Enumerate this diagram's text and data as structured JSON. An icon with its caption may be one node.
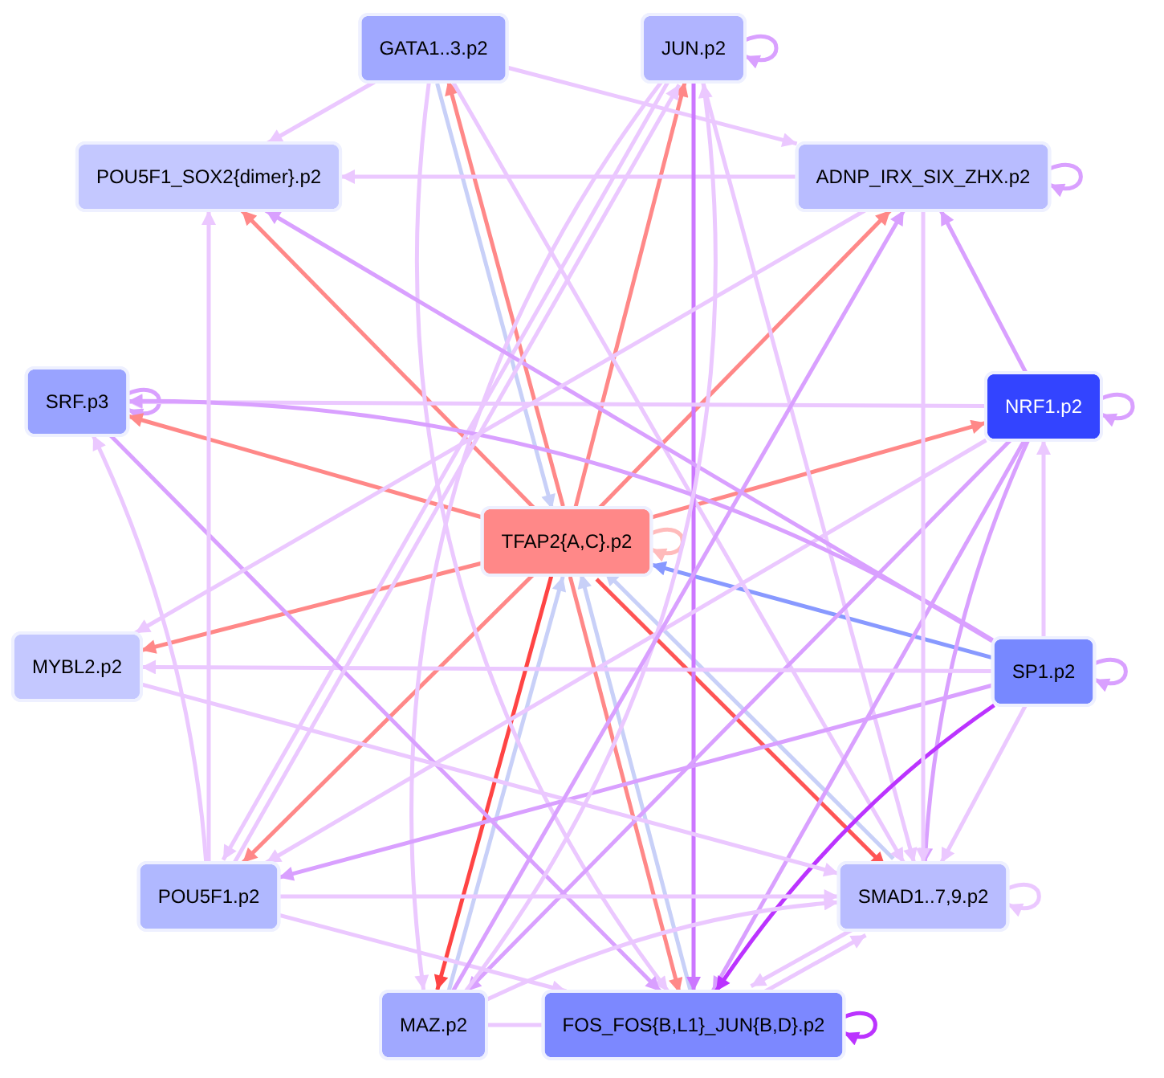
{
  "diagram": {
    "nodes": [
      {
        "text": [
          "GATA1..3.p2"
        ]
      },
      {
        "text": [
          "JUN.p2"
        ]
      },
      {
        "text": [
          "POU5F1_SOX2{dimer}.p2"
        ]
      },
      {
        "text": [
          "ADNP_IRX_SIX_ZHX.p2"
        ]
      },
      {
        "text": [
          "SRF.p3"
        ]
      },
      {
        "text": [
          "NRF1.p2"
        ]
      },
      {
        "text": [
          "TFAP2{A,C}.p2"
        ]
      },
      {
        "text": [
          "MYBL2.p2"
        ]
      },
      {
        "text": [
          "SP1.p2"
        ]
      },
      {
        "text": [
          "POU5F1.p2"
        ]
      },
      {
        "text": [
          "SMAD1..7,9.p2"
        ]
      },
      {
        "text": [
          "MAZ.p2"
        ]
      },
      {
        "text": [
          "FOS_FOS{B,L1}_JUN{B,D}.p2"
        ]
      }
    ],
    "edges": [
      {
        "from": 1,
        "to": 1,
        "arrow": "to",
        "color": "#d9a0ff"
      },
      {
        "from": 3,
        "to": 3,
        "arrow": "to",
        "color": "#d9a0ff"
      },
      {
        "from": 4,
        "to": 4,
        "arrow": "to",
        "color": "#d9a0ff"
      },
      {
        "from": 5,
        "to": 5,
        "arrow": "to",
        "color": "#d9a0ff"
      },
      {
        "from": 6,
        "to": 6,
        "arrow": "to",
        "color": "#ffbbbb"
      },
      {
        "from": 8,
        "to": 8,
        "arrow": "to",
        "color": "#d9a0ff"
      },
      {
        "from": 10,
        "to": 10,
        "arrow": "to"
      },
      {
        "from": 12,
        "to": 12,
        "arrow": "to",
        "color": "#bb33ff"
      },
      {
        "from": 6,
        "to": 0,
        "arrow": "to",
        "color": "#ff8888"
      },
      {
        "from": 6,
        "to": 1,
        "arrow": "to",
        "color": "#ff8888"
      },
      {
        "from": 6,
        "to": 2,
        "arrow": "to",
        "color": "#ff8888"
      },
      {
        "from": 6,
        "to": 3,
        "arrow": "to",
        "color": "#ff8888"
      },
      {
        "from": 6,
        "to": 4,
        "arrow": "to",
        "color": "#ff8888"
      },
      {
        "from": 6,
        "to": 5,
        "arrow": "to",
        "color": "#ff8888"
      },
      {
        "from": 6,
        "to": 7,
        "arrow": "to",
        "color": "#ff8888"
      },
      {
        "from": 6,
        "to": 9,
        "arrow": "to",
        "color": "#ff8888"
      },
      {
        "from": 6,
        "to": 10,
        "arrow": "to",
        "color": "#ff5555"
      },
      {
        "from": 6,
        "to": 11,
        "arrow": "to",
        "color": "#ff4444"
      },
      {
        "from": 6,
        "to": 12,
        "arrow": "to",
        "color": "#ff8888"
      },
      {
        "from": 0,
        "to": 6,
        "arrow": "to",
        "color": "#c8d0f8"
      },
      {
        "from": 11,
        "to": 6,
        "arrow": "to",
        "color": "#c8d0f8"
      },
      {
        "from": 10,
        "to": 6,
        "arrow": "to",
        "color": "#c8d0f8"
      },
      {
        "from": 12,
        "to": 6,
        "arrow": "to",
        "color": "#c8d0f8"
      },
      {
        "from": 8,
        "to": 6,
        "arrow": "to",
        "color": "#8899ff"
      },
      {
        "from": 0,
        "to": 2,
        "arrow": "to"
      },
      {
        "from": 0,
        "to": 3,
        "arrow": "to"
      },
      {
        "from": 0,
        "to": 10,
        "arrow": "to"
      },
      {
        "from": 0,
        "to": 12,
        "arrow": "to"
      },
      {
        "from": 3,
        "to": 2,
        "arrow": "to"
      },
      {
        "from": 1,
        "to": 12,
        "arrow": "to",
        "color": "#cc77ff"
      },
      {
        "from": 1,
        "to": 10,
        "arrow": "to"
      },
      {
        "from": 1,
        "to": 9,
        "arrow": "to"
      },
      {
        "from": 1,
        "to": 11,
        "arrow": "to"
      },
      {
        "from": 5,
        "to": 3,
        "arrow": "to",
        "color": "#d9a0ff"
      },
      {
        "from": 5,
        "to": 4,
        "arrow": "to"
      },
      {
        "from": 5,
        "to": 10,
        "arrow": "to",
        "color": "#d9a0ff"
      },
      {
        "from": 5,
        "to": 12,
        "arrow": "to",
        "color": "#d9a0ff"
      },
      {
        "from": 5,
        "to": 11,
        "arrow": "to",
        "color": "#d9a0ff"
      },
      {
        "from": 5,
        "to": 9,
        "arrow": "to"
      },
      {
        "from": 8,
        "to": 5,
        "arrow": "to"
      },
      {
        "from": 8,
        "to": 12,
        "arrow": "to",
        "color": "#bb33ff"
      },
      {
        "from": 8,
        "to": 7,
        "arrow": "to"
      },
      {
        "from": 8,
        "to": 10,
        "arrow": "to"
      },
      {
        "from": 8,
        "to": 2,
        "arrow": "to",
        "color": "#d9a0ff"
      },
      {
        "from": 8,
        "to": 4,
        "arrow": "to",
        "color": "#d9a0ff"
      },
      {
        "from": 8,
        "to": 9,
        "arrow": "to",
        "color": "#d9a0ff"
      },
      {
        "from": 4,
        "to": 12,
        "arrow": "to",
        "color": "#d9a0ff"
      },
      {
        "from": 9,
        "to": 2,
        "arrow": "to"
      },
      {
        "from": 9,
        "to": 4,
        "arrow": "to"
      },
      {
        "from": 9,
        "to": 1,
        "arrow": "to"
      },
      {
        "from": 9,
        "to": 10,
        "arrow": "to"
      },
      {
        "from": 9,
        "to": 12,
        "arrow": "to"
      },
      {
        "from": 7,
        "to": 10,
        "arrow": "to"
      },
      {
        "from": 11,
        "to": 12,
        "arrow": "to"
      },
      {
        "from": 11,
        "to": 1,
        "arrow": "to"
      },
      {
        "from": 11,
        "to": 3,
        "arrow": "to",
        "color": "#d9a0ff"
      },
      {
        "from": 11,
        "to": 10,
        "arrow": "to"
      },
      {
        "from": 10,
        "to": 12,
        "arrow": "to"
      },
      {
        "from": 12,
        "to": 10,
        "arrow": "to"
      },
      {
        "from": 3,
        "to": 10,
        "arrow": "to"
      },
      {
        "from": 3,
        "to": 7,
        "arrow": "to"
      }
    ]
  }
}
